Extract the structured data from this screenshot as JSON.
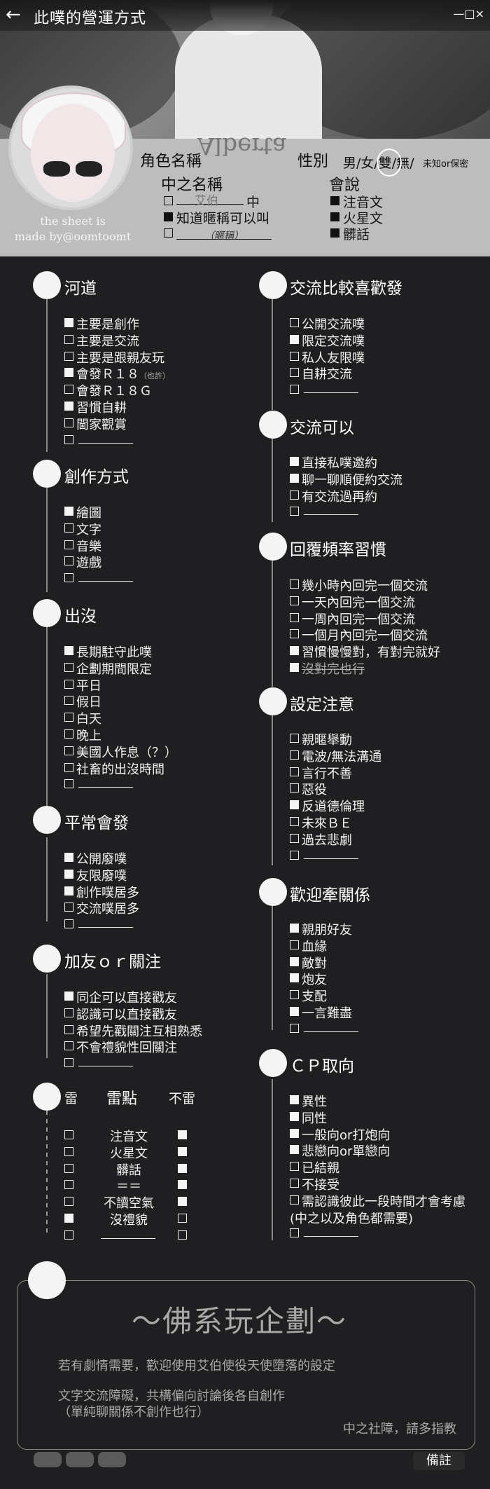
{
  "header": {
    "title": "此噗的營運方式",
    "back_icon": "back-arrow-icon",
    "window_controls": "—□×",
    "watermark": "Alberta",
    "credit_line1": "the sheet is",
    "credit_line2": "made by@oomtoomt"
  },
  "profile": {
    "role_name_label": "角色名稱",
    "gender_label": "性別",
    "gender_options": "男/女/雙/無/",
    "gender_unknown": "未知or保密",
    "gender_selected": "雙",
    "zhong_label": "中之名稱",
    "zhong_name": "艾伯",
    "zhong_suffix": "中",
    "zhong_nick_option": "知道暱稱可以叫",
    "nick_hint": "（暱稱）",
    "speak_label": "會說",
    "speak_options": [
      "注音文",
      "火星文",
      "髒話"
    ]
  },
  "sections": {
    "hedao": {
      "title": "河道",
      "options": [
        "主要是創作",
        "主要是交流",
        "主要是跟親友玩",
        "會發Ｒ１８",
        "會發Ｒ１８Ｇ",
        "習慣自耕",
        "閫家觀賞"
      ],
      "r18_note": "（也許）",
      "checked": [
        true,
        false,
        false,
        true,
        false,
        true,
        false
      ]
    },
    "create": {
      "title": "創作方式",
      "options": [
        "繪圖",
        "文字",
        "音樂",
        "遊戲"
      ],
      "checked": [
        true,
        false,
        false,
        false
      ]
    },
    "appear": {
      "title": "出沒",
      "options": [
        "長期駐守此噗",
        "企劃期間限定",
        "平日",
        "假日",
        "白天",
        "晚上",
        "美國人作息（？）",
        "社畜的出沒時間"
      ],
      "checked": [
        true,
        false,
        false,
        false,
        false,
        false,
        false,
        false
      ]
    },
    "usual": {
      "title": "平常會發",
      "options": [
        "公開廢噗",
        "友限廢噗",
        "創作噗居多",
        "交流噗居多"
      ],
      "checked": [
        true,
        true,
        true,
        false
      ]
    },
    "friend": {
      "title": "加友ｏｒ關注",
      "options": [
        "同企可以直接戳友",
        "認識可以直接戳友",
        "希望先戳關注互相熟悉",
        "不會禮貌性回關注"
      ],
      "checked": [
        true,
        false,
        false,
        false
      ]
    },
    "mine": {
      "title": "雷",
      "head_mid": "雷點",
      "head_right": "不雷",
      "items": [
        "注音文",
        "火星文",
        "髒話",
        "＝＝",
        "不讀空氣",
        "沒禮貌"
      ],
      "left": [
        false,
        false,
        false,
        false,
        false,
        true
      ],
      "right": [
        true,
        true,
        true,
        true,
        true,
        false
      ]
    },
    "exchange": {
      "title": "交流比較喜歡發",
      "options": [
        "公開交流噗",
        "限定交流噗",
        "私人友限噗",
        "自耕交流"
      ],
      "checked": [
        false,
        true,
        false,
        false
      ]
    },
    "exchange_ok": {
      "title": "交流可以",
      "options": [
        "直接私噗邀約",
        "聊一聊順便約交流",
        "有交流過再約"
      ],
      "checked": [
        true,
        true,
        false
      ]
    },
    "reply": {
      "title": "回覆頻率習慣",
      "options": [
        "幾小時內回完一個交流",
        "一天內回完一個交流",
        "一周內回完一個交流",
        "一個月內回完一個交流",
        "習慣慢慢對，有對完就好",
        "沒對完也行"
      ],
      "checked": [
        false,
        false,
        false,
        false,
        true,
        true
      ]
    },
    "setting": {
      "title": "設定注意",
      "options": [
        "親暱舉動",
        "電波/無法溝通",
        "言行不善",
        "惡役",
        "反道德倫理",
        "未來ＢＥ",
        "過去悲劇"
      ],
      "checked": [
        false,
        false,
        false,
        false,
        true,
        false,
        false
      ]
    },
    "relation": {
      "title": "歡迎牽關係",
      "options": [
        "親朋好友",
        "血緣",
        "敵對",
        "炮友",
        "支配",
        "一言難盡"
      ],
      "checked": [
        true,
        false,
        true,
        true,
        false,
        true
      ]
    },
    "cp": {
      "title": "ＣＰ取向",
      "options": [
        "異性",
        "同性",
        "一般向or打炮向",
        "悲戀向or單戀向",
        "已結親",
        "不接受",
        "需認識彼此一段時間才會考慮",
        "(中之以及角色都需要)"
      ],
      "checked": [
        true,
        true,
        true,
        true,
        false,
        false,
        false
      ]
    }
  },
  "footer": {
    "motto": "～佛系玩企劃～",
    "note1": "若有劇情需要，歡迎使用艾伯使役天使墮落的設定",
    "note2": "文字交流障礙，共構偏向討論後各自創作",
    "note3": "（單純聊關係不創作也行）",
    "sign": "中之社障，請多指教",
    "remark_button": "備註"
  }
}
